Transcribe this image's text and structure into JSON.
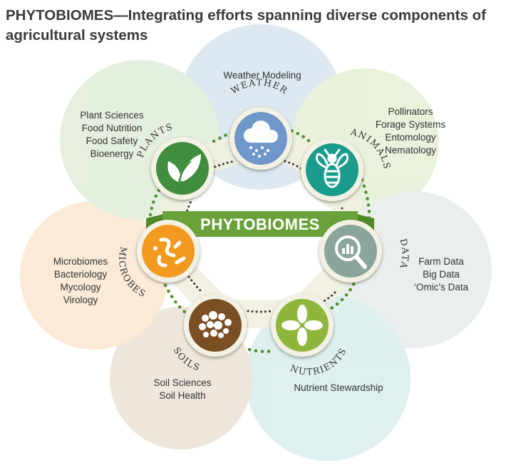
{
  "title": "PHYTOBIOMES—Integrating efforts spanning diverse components of agricultural systems",
  "center_label": "PHYTOBIOMES",
  "colors": {
    "weather": "#6f97c9",
    "animals": "#1a9c8c",
    "data": "#8aa59c",
    "nutrients": "#8db63b",
    "soils": "#7a4f23",
    "microbes": "#f29a1f",
    "plants": "#3f8d3d",
    "banner": "#6aa23a"
  },
  "nodes": {
    "weather": {
      "name": "WEATHER",
      "icon": "rain-cloud-icon",
      "fields": [
        "Weather Modeling"
      ]
    },
    "animals": {
      "name": "ANIMALS",
      "icon": "bee-icon",
      "fields": [
        "Pollinators",
        "Forage Systems",
        "Entomology",
        "Nematology"
      ]
    },
    "data": {
      "name": "DATA",
      "icon": "magnifier-chart-icon",
      "fields": [
        "Farm Data",
        "Big Data",
        "‘Omic’s Data"
      ]
    },
    "nutrients": {
      "name": "NUTRIENTS",
      "icon": "four-leaf-icon",
      "fields": [
        "Nutrient Stewardship"
      ]
    },
    "soils": {
      "name": "SOILS",
      "icon": "soil-particles-icon",
      "fields": [
        "Soil Sciences",
        "Soil Health"
      ]
    },
    "microbes": {
      "name": "MICROBES",
      "icon": "microbe-icon",
      "fields": [
        "Microbiomes",
        "Bacteriology",
        "Mycology",
        "Virology"
      ]
    },
    "plants": {
      "name": "PLANTS",
      "icon": "leaf-sprout-icon",
      "fields": [
        "Plant Sciences",
        "Food Nutrition",
        "Food Safety",
        "Bioenergy"
      ]
    }
  }
}
